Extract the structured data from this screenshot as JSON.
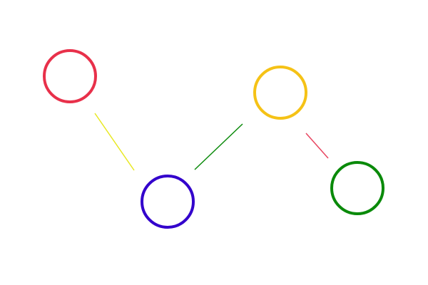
{
  "diagram": {
    "background": "#ffffff",
    "nodes": [
      {
        "id": "red",
        "name": "red-circle-node",
        "stroke": "#e8304a",
        "fill": "#ffffff"
      },
      {
        "id": "blue",
        "name": "blue-circle-node",
        "stroke": "#3300cc",
        "fill": "#ffffff"
      },
      {
        "id": "orange",
        "name": "orange-circle-node",
        "stroke": "#f5c216",
        "fill": "#ffffff"
      },
      {
        "id": "green",
        "name": "green-circle-node",
        "stroke": "#0a8a0a",
        "fill": "#ffffff"
      }
    ],
    "edges": [
      {
        "name": "yellow-connector-line",
        "from": "red",
        "to": "blue",
        "stroke": "#e8e820"
      },
      {
        "name": "green-connector-line",
        "from": "blue",
        "to": "orange",
        "stroke": "#0a8a0a"
      },
      {
        "name": "red-connector-line",
        "from": "orange",
        "to": "green",
        "stroke": "#e84560"
      }
    ]
  }
}
